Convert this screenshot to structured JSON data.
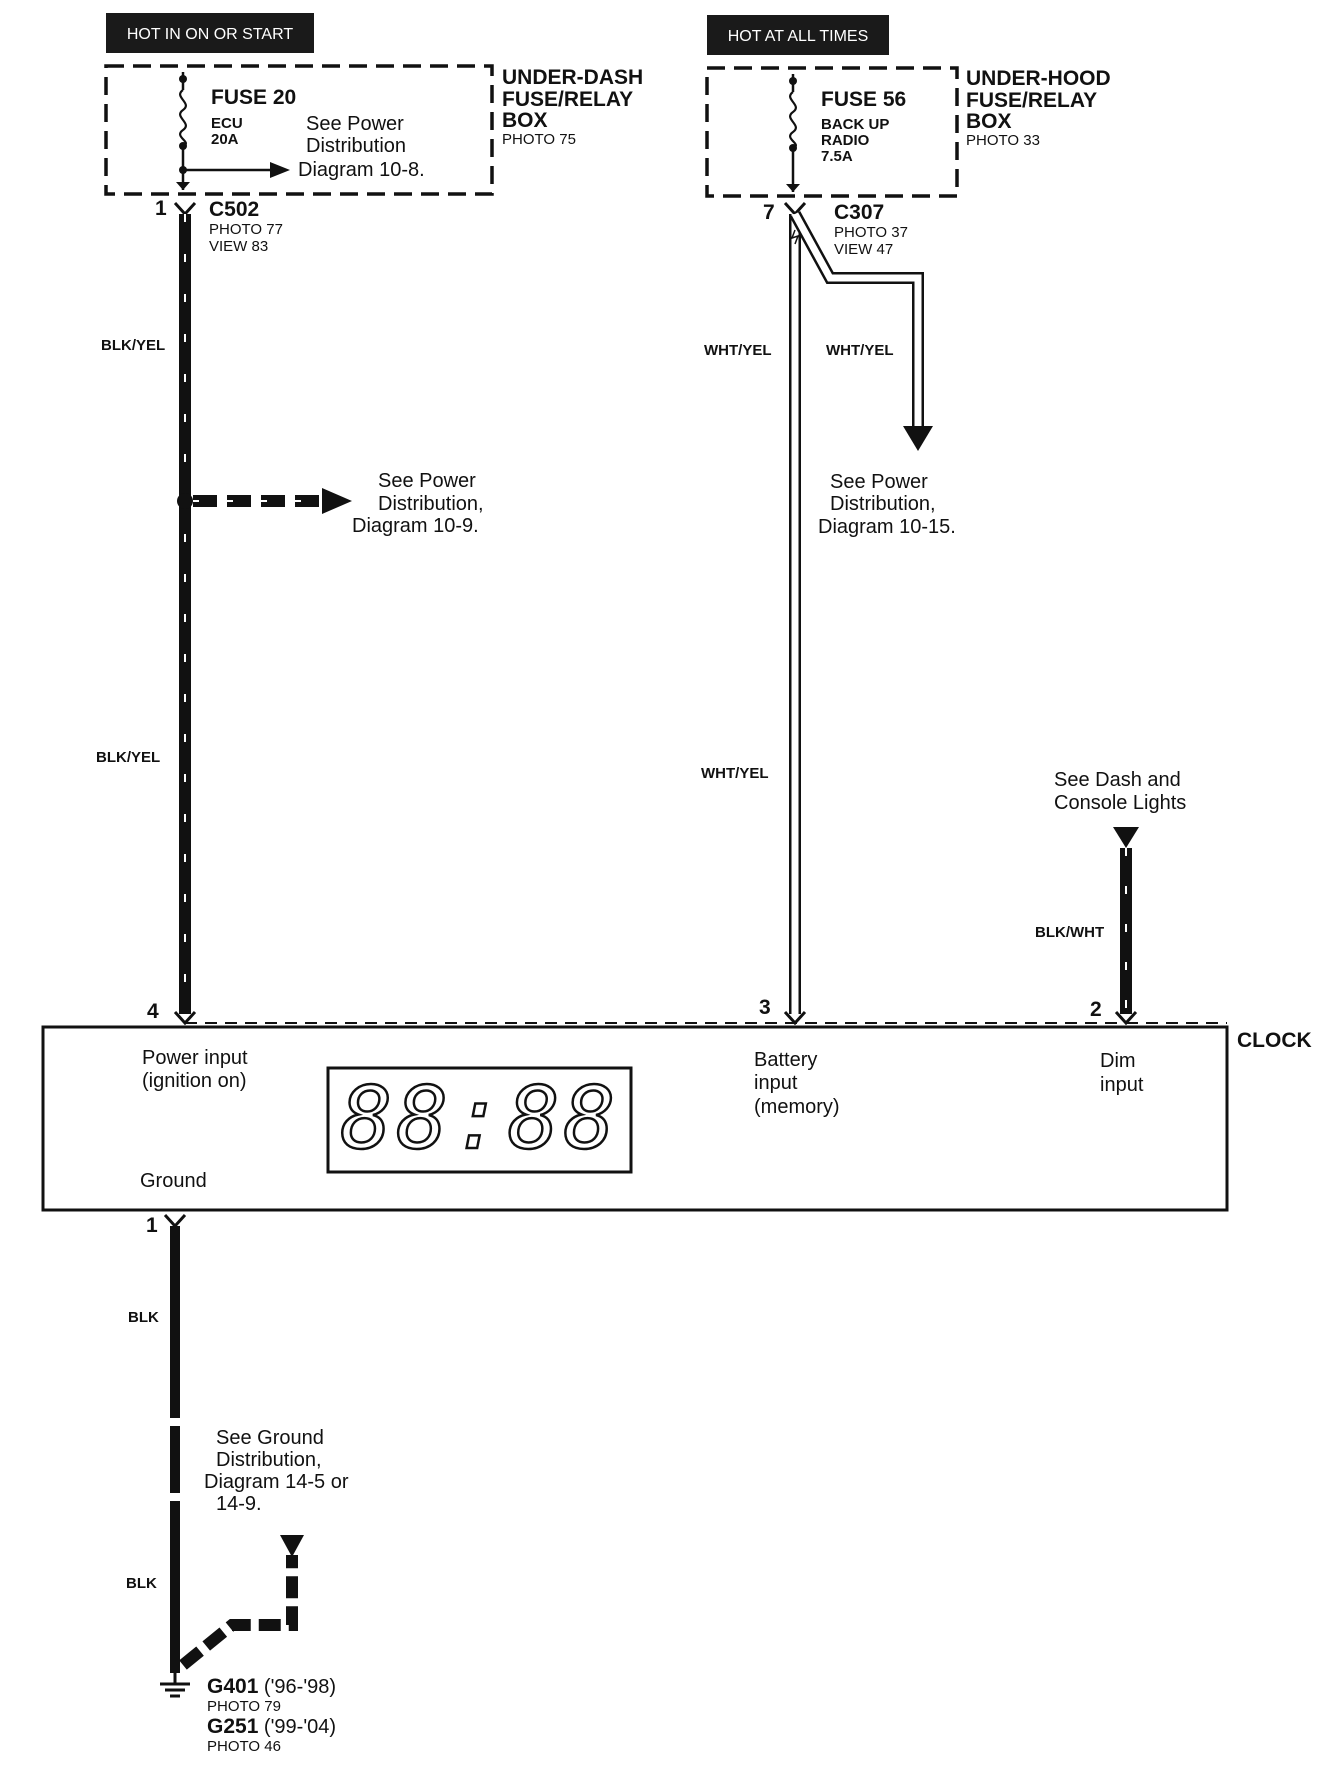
{
  "headers": {
    "left": "HOT IN ON OR START",
    "right": "HOT AT ALL TIMES"
  },
  "fuse20": {
    "name": "FUSE 20",
    "circuit": "ECU",
    "rating": "20A",
    "see_line1": "See Power",
    "see_line2": "Distribution",
    "see_line3": "Diagram 10-8."
  },
  "underdash_box": {
    "line1": "UNDER-DASH",
    "line2": "FUSE/RELAY",
    "line3": "BOX",
    "photo": "PHOTO 75"
  },
  "fuse56": {
    "name": "FUSE 56",
    "circuit1": "BACK UP",
    "circuit2": "RADIO",
    "rating": "7.5A"
  },
  "underhood_box": {
    "line1": "UNDER-HOOD",
    "line2": "FUSE/RELAY",
    "line3": "BOX",
    "photo": "PHOTO 33"
  },
  "c502": {
    "pin": "1",
    "name": "C502",
    "photo": "PHOTO 77",
    "view": "VIEW 83"
  },
  "c307": {
    "pin": "7",
    "name": "C307",
    "photo": "PHOTO 37",
    "view": "VIEW 47"
  },
  "wires": {
    "blkyel_1": "BLK/YEL",
    "blkyel_2": "BLK/YEL",
    "whtyel_1": "WHT/YEL",
    "whtyel_2": "WHT/YEL",
    "whtyel_3": "WHT/YEL",
    "blkwht": "BLK/WHT",
    "blk_1": "BLK",
    "blk_2": "BLK"
  },
  "refs": {
    "pd_10_9": [
      "See Power",
      "Distribution,",
      "Diagram 10-9."
    ],
    "pd_10_15": [
      "See Power",
      "Distribution,",
      "Diagram 10-15."
    ],
    "dash_lights": [
      "See Dash and",
      "Console Lights"
    ],
    "ground_dist": [
      "See Ground",
      "Distribution,",
      "Diagram 14-5 or",
      "14-9."
    ]
  },
  "clock": {
    "title": "CLOCK",
    "pin_power": "4",
    "pin_battery": "3",
    "pin_dim": "2",
    "pin_ground": "1",
    "power_label1": "Power input",
    "power_label2": "(ignition on)",
    "battery_label1": "Battery",
    "battery_label2": "input",
    "battery_label3": "(memory)",
    "dim_label1": "Dim",
    "dim_label2": "input",
    "ground_label": "Ground",
    "display": "88:88"
  },
  "ground_points": {
    "g401": "G401",
    "g401_years": " ('96-'98)",
    "g401_photo": "PHOTO 79",
    "g251": "G251",
    "g251_years": " ('99-'04)",
    "g251_photo": "PHOTO 46"
  },
  "colors": {
    "ink": "#111111",
    "paper": "#ffffff"
  }
}
